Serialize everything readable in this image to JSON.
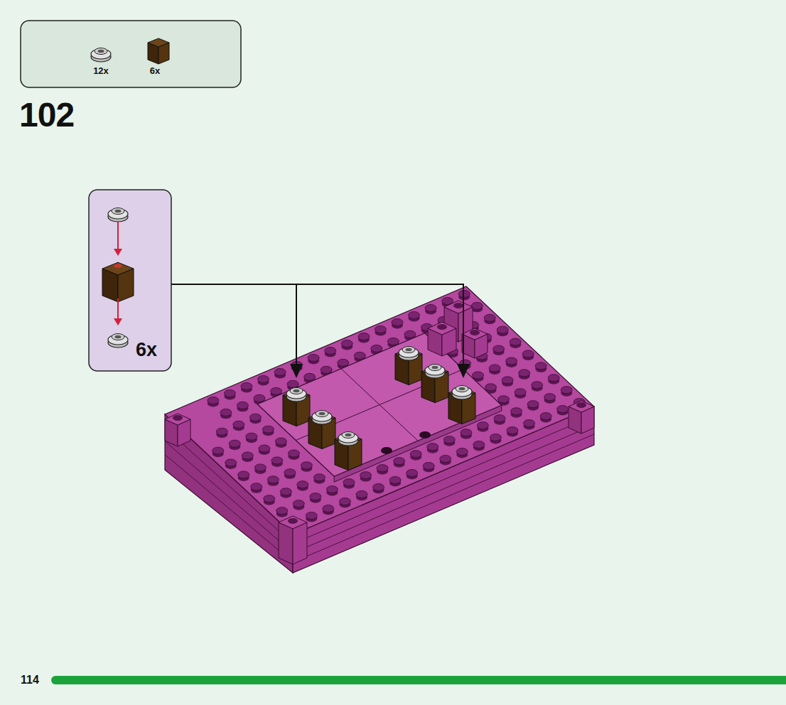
{
  "diagram": {
    "nodes": [
      {
        "text": [
          "12x",
          "6x"
        ]
      },
      {
        "text": [
          "6x"
        ]
      }
    ],
    "labels": [
      "102",
      "114"
    ]
  }
}
